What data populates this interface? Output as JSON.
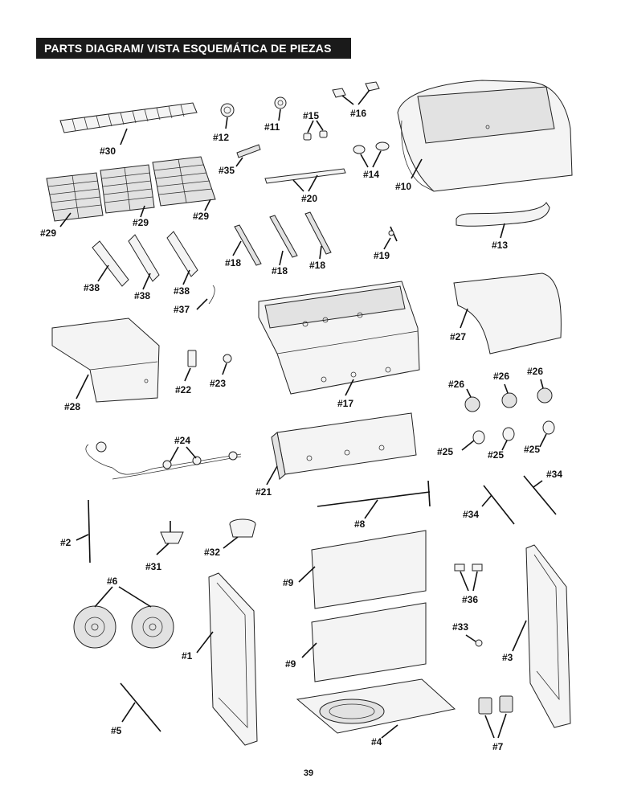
{
  "header": {
    "title": "PARTS DIAGRAM/ VISTA ESQUEMÁTICA DE PIEZAS"
  },
  "labels": {
    "p1": "#1",
    "p2": "#2",
    "p3": "#3",
    "p4": "#4",
    "p5": "#5",
    "p6": "#6",
    "p7": "#7",
    "p8": "#8",
    "p9a": "#9",
    "p9b": "#9",
    "p10": "#10",
    "p11": "#11",
    "p12": "#12",
    "p13": "#13",
    "p14": "#14",
    "p15": "#15",
    "p16": "#16",
    "p17": "#17",
    "p18a": "#18",
    "p18b": "#18",
    "p18c": "#18",
    "p19": "#19",
    "p20": "#20",
    "p21": "#21",
    "p22": "#22",
    "p23": "#23",
    "p24": "#24",
    "p25a": "#25",
    "p25b": "#25",
    "p25c": "#25",
    "p26a": "#26",
    "p26b": "#26",
    "p26c": "#26",
    "p27": "#27",
    "p28": "#28",
    "p29a": "#29",
    "p29b": "#29",
    "p29c": "#29",
    "p30": "#30",
    "p31": "#31",
    "p32": "#32",
    "p33": "#33",
    "p34a": "#34",
    "p34b": "#34",
    "p35": "#35",
    "p36": "#36",
    "p37": "#37",
    "p38a": "#38",
    "p38b": "#38",
    "p38c": "#38"
  },
  "footer": {
    "page_number": "39"
  }
}
